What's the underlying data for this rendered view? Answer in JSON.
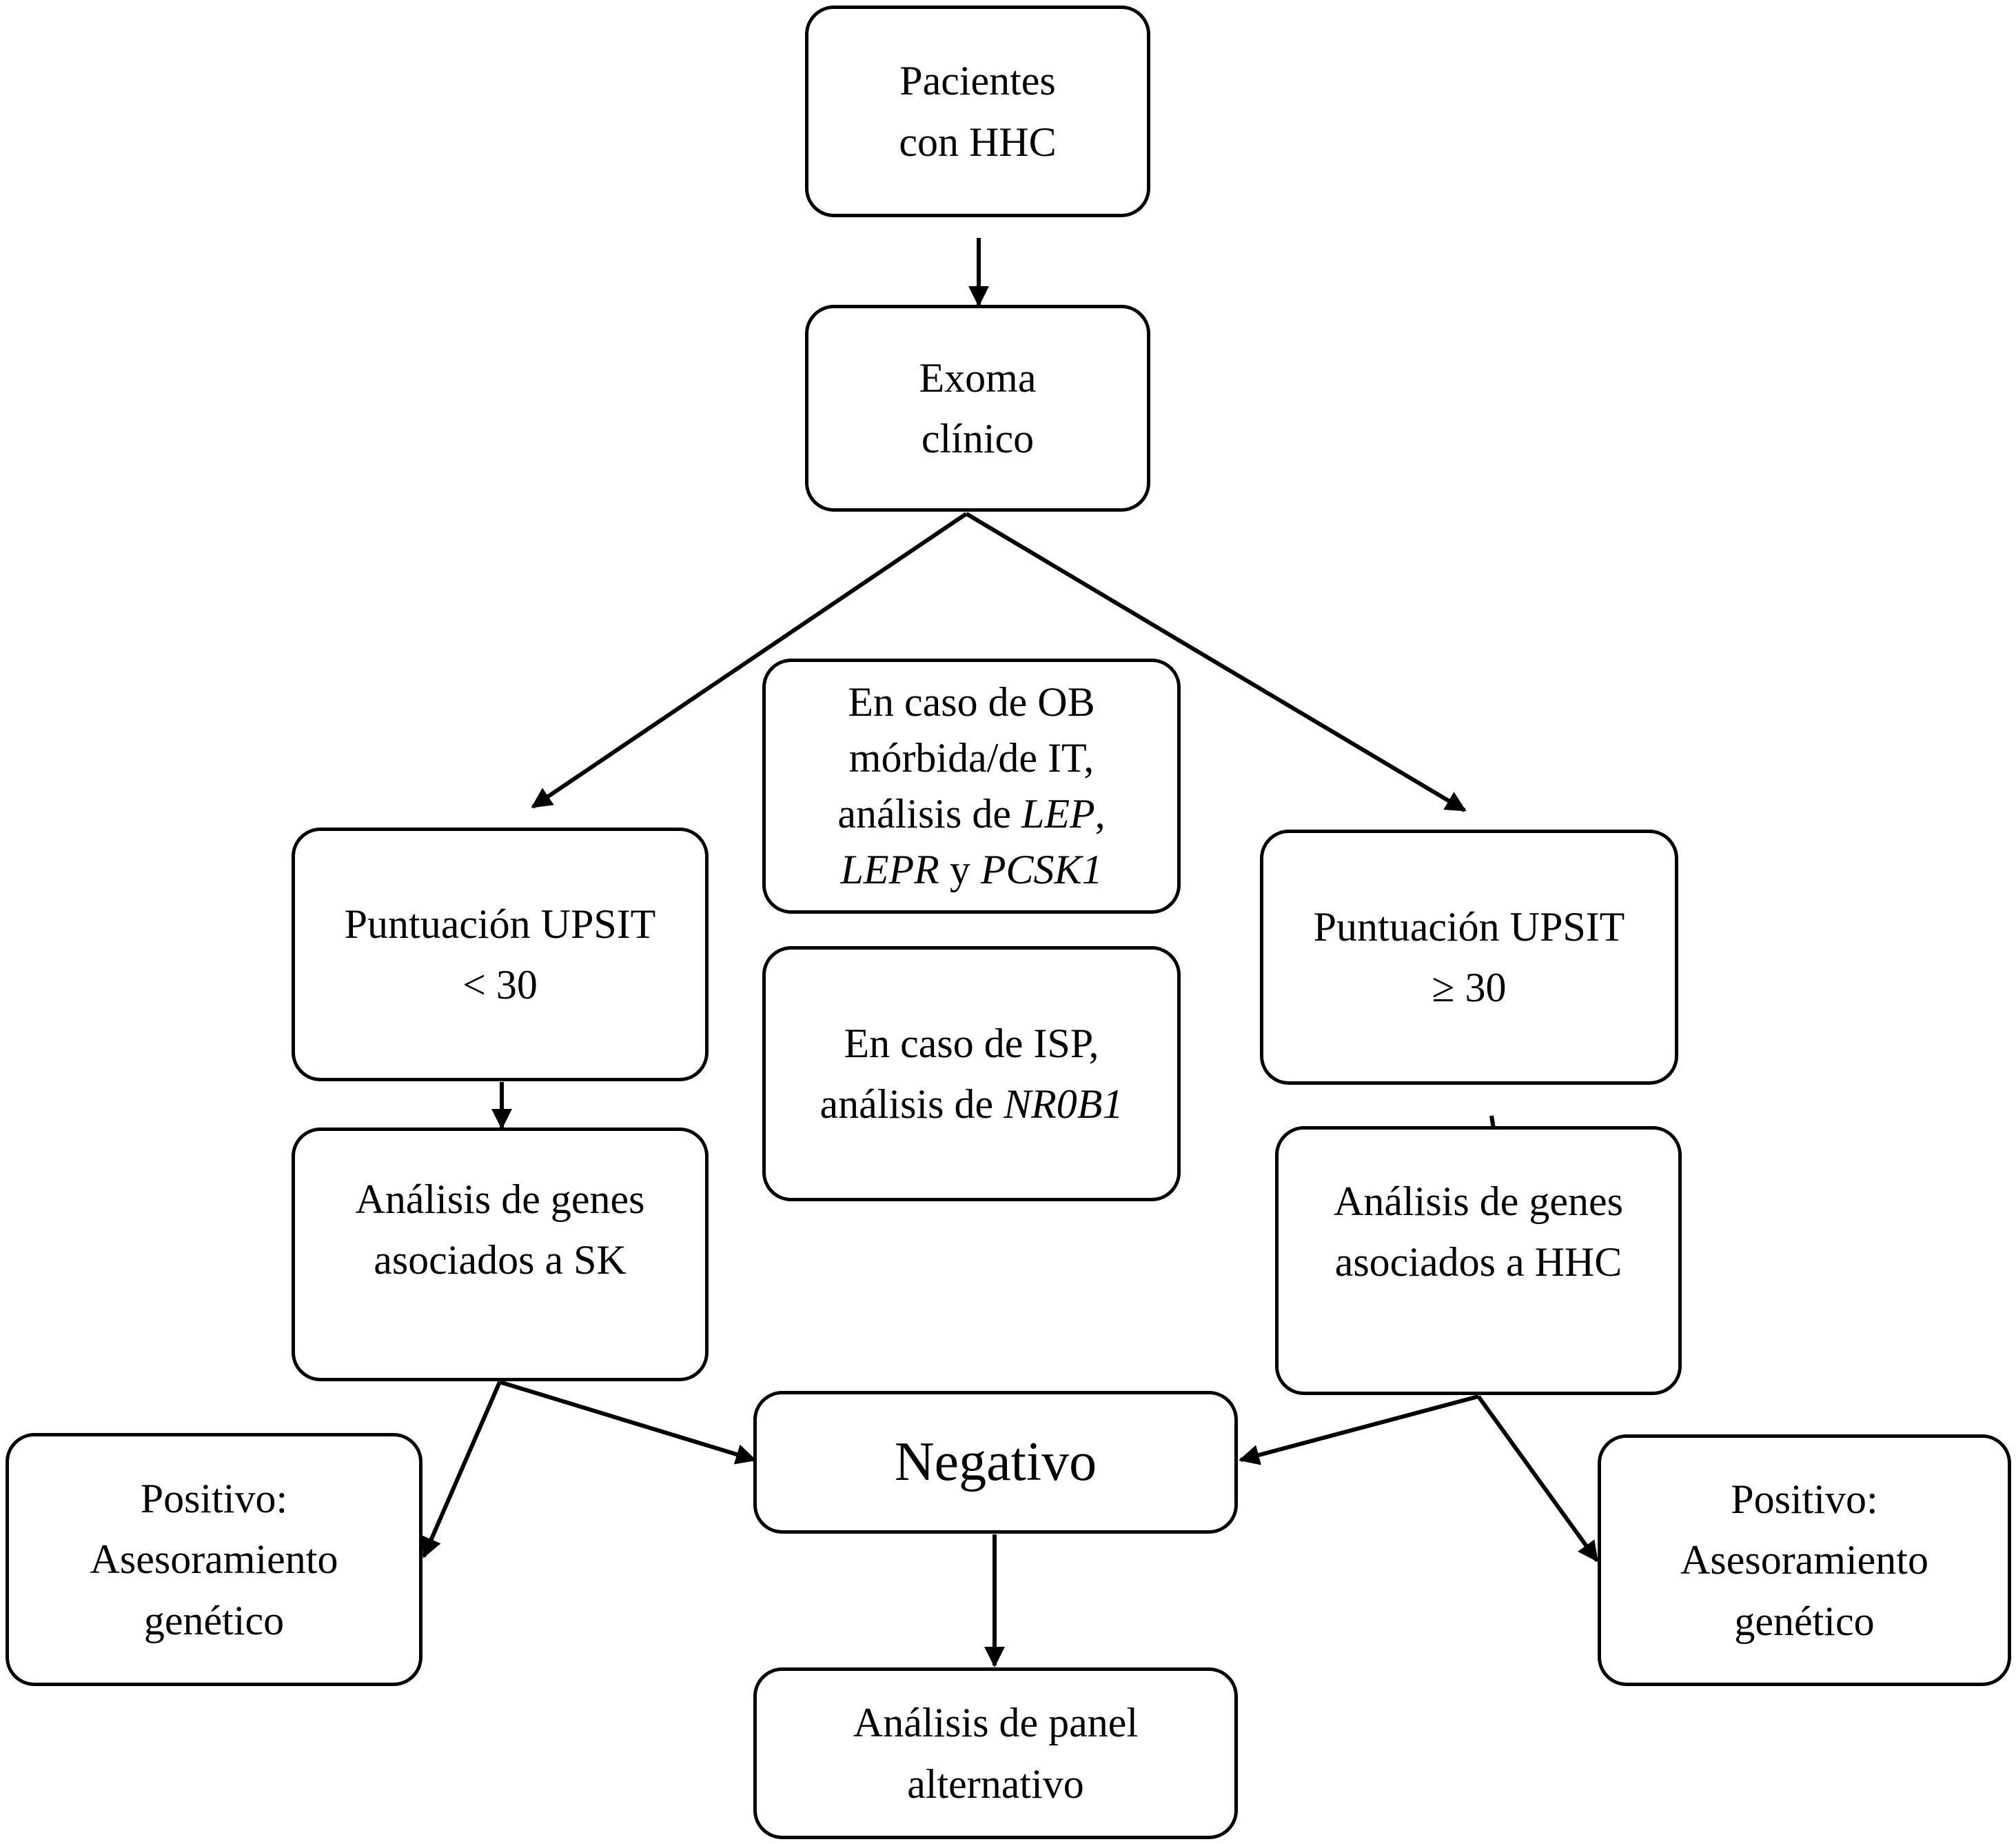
{
  "nodes": {
    "pacientes": {
      "line1": "Pacientes",
      "line2": "con HHC"
    },
    "exoma": {
      "line1": "Exoma",
      "line2": "clínico"
    },
    "ob_note": {
      "line1": "En caso de OB",
      "line2": "mórbida/de IT,",
      "line3_prefix": "análisis de ",
      "line3_gene": "LEP",
      "line3_suffix": ",",
      "line4_gene1": "LEPR",
      "line4_mid": " y ",
      "line4_gene2": "PCSK1"
    },
    "isp_note": {
      "line1": "En caso de ISP,",
      "line2_prefix": "análisis de ",
      "line2_gene": "NR0B1"
    },
    "upsit_low": {
      "line1": "Puntuación UPSIT",
      "line2": "< 30"
    },
    "upsit_high": {
      "line1": "Puntuación UPSIT",
      "line2": "≥ 30"
    },
    "sk_analysis": {
      "line1": "Análisis de genes",
      "line2": "asociados a SK"
    },
    "hhc_analysis": {
      "line1": "Análisis de genes",
      "line2": "asociados a HHC"
    },
    "negativo": {
      "label": "Negativo"
    },
    "positivo_left": {
      "line1": "Positivo:",
      "line2": "Asesoramiento",
      "line3": "genético"
    },
    "positivo_right": {
      "line1": "Positivo:",
      "line2": "Asesoramiento",
      "line3": "genético"
    },
    "panel": {
      "line1": "Análisis de panel",
      "line2": "alternativo"
    }
  },
  "colors": {
    "stroke": "#000000",
    "background": "#ffffff"
  }
}
